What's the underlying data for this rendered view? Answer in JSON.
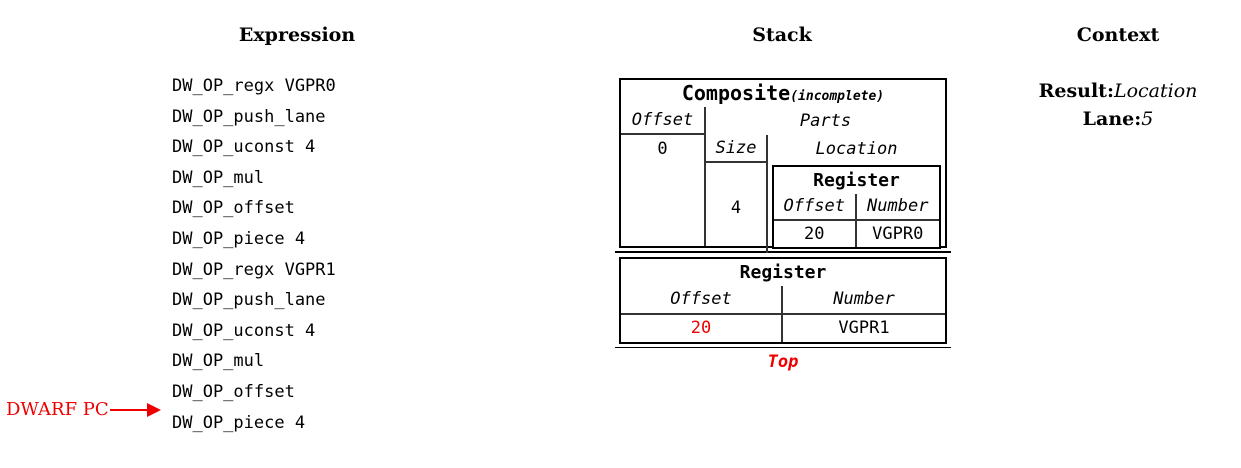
{
  "colors": {
    "red": "#ee0000",
    "text": "#000000",
    "background": "#ffffff"
  },
  "headers": {
    "expression": "Expression",
    "stack": "Stack",
    "context": "Context"
  },
  "expression": {
    "items": [
      "DW_OP_regx VGPR0",
      "DW_OP_push_lane",
      "DW_OP_uconst 4",
      "DW_OP_mul",
      "DW_OP_offset",
      "DW_OP_piece 4",
      "DW_OP_regx VGPR1",
      "DW_OP_push_lane",
      "DW_OP_uconst 4",
      "DW_OP_mul",
      "DW_OP_offset",
      "DW_OP_piece 4"
    ],
    "pc_label": "DWARF PC"
  },
  "stack": {
    "composite": {
      "title": "Composite",
      "title_suffix": "(incomplete)",
      "offset_header": "Offset",
      "parts_header": "Parts",
      "offset_value": "0",
      "size_header": "Size",
      "location_header": "Location",
      "size_value": "4",
      "register": {
        "title": "Register",
        "offset_header": "Offset",
        "number_header": "Number",
        "offset_value": "20",
        "number_value": "VGPR0"
      }
    },
    "register": {
      "title": "Register",
      "offset_header": "Offset",
      "number_header": "Number",
      "offset_value": "20",
      "number_value": "VGPR1"
    },
    "top_label": "Top"
  },
  "context": {
    "result_label": "Result:",
    "result_value": "Location",
    "lane_label": "Lane:",
    "lane_value": "5"
  }
}
